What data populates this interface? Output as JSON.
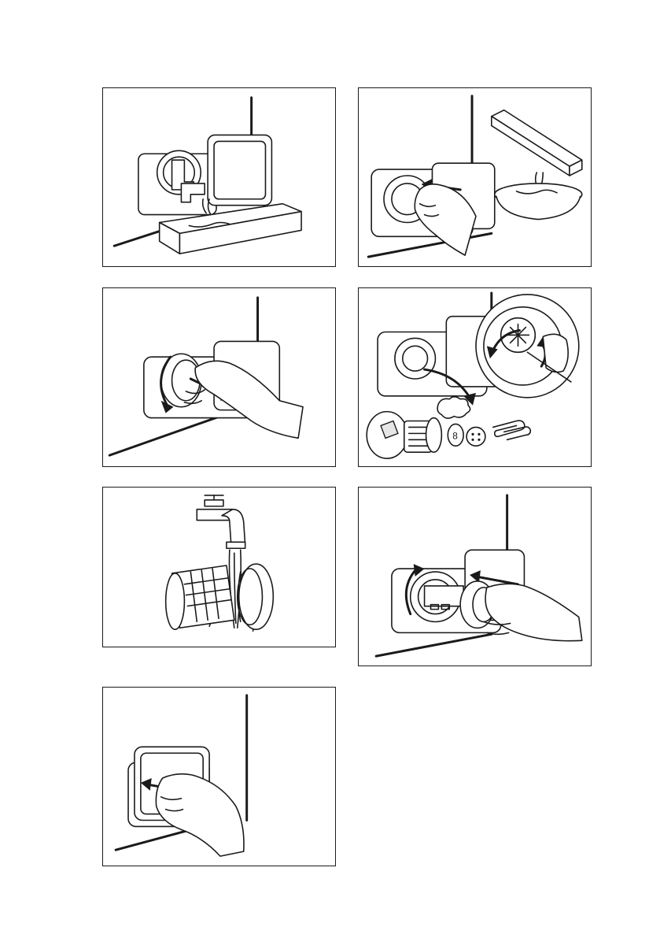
{
  "figures": [
    {
      "id": 1,
      "icon": "drain-emergency-hose-into-container-icon"
    },
    {
      "id": 2,
      "icon": "press-filter-cap-and-pour-water-icon"
    },
    {
      "id": 3,
      "icon": "turn-and-pull-out-pump-filter-icon"
    },
    {
      "id": 4,
      "icon": "remove-fluff-and-objects-from-pump-icon"
    },
    {
      "id": 5,
      "icon": "rinse-filter-under-tap-icon"
    },
    {
      "id": 6,
      "icon": "reinsert-and-turn-filter-clockwise-icon"
    },
    {
      "id": 7,
      "icon": "close-pump-flap-icon"
    }
  ]
}
